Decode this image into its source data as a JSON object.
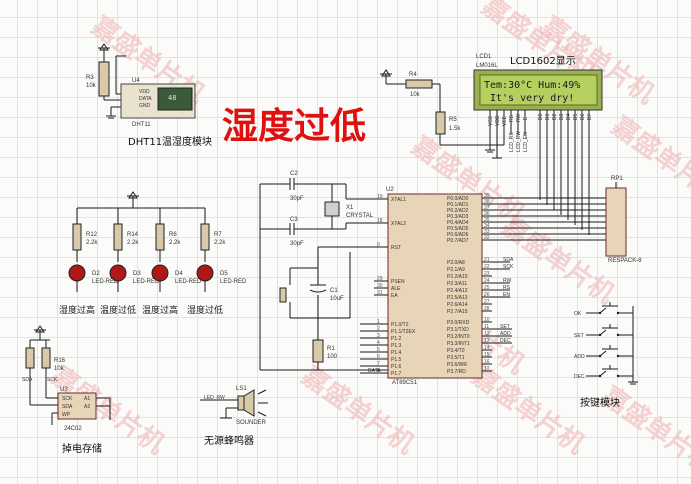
{
  "title": "湿度过低",
  "watermark": "嘉盛单片机",
  "dht11": {
    "ref": "U4",
    "sub": "DHT11",
    "caption": "DHT11温湿度模块",
    "pins": [
      "VDD",
      "DATA",
      "GND"
    ],
    "screen": "48"
  },
  "r3": {
    "ref": "R3",
    "val": "10k"
  },
  "lcd": {
    "ref": "LCD1",
    "model": "LM016L",
    "caption": "LCD1602显示",
    "line1": "Tem:30°C Hum:49%",
    "line2": "It's very dry!",
    "pins": [
      "VSS",
      "VDD",
      "VEE",
      "RS",
      "RW",
      "E",
      "D0",
      "D1",
      "D2",
      "D3",
      "D4",
      "D5",
      "D6",
      "D7"
    ],
    "netlbls": [
      "LCD_RS",
      "LCD_RW",
      "LCD_EN"
    ]
  },
  "r4": {
    "ref": "R4",
    "val": "10k"
  },
  "r5": {
    "ref": "R5",
    "val": "1.5k"
  },
  "mcu": {
    "ref": "U2",
    "part": "AT89C51",
    "left_pins": [
      "XTAL1",
      "XTAL2",
      "RST",
      "PSEN",
      "ALE",
      "EA",
      "P1.0/T2",
      "P1.1/T2EX",
      "P1.2",
      "P1.3",
      "P1.4",
      "P1.5",
      "P1.6",
      "P1.7"
    ],
    "left_nums": [
      "19",
      "18",
      "9",
      "29",
      "30",
      "31",
      "1",
      "2",
      "3",
      "4",
      "5",
      "6",
      "7",
      "8"
    ],
    "right_pins": [
      "P0.0/AD0",
      "P0.1/AD1",
      "P0.2/AD2",
      "P0.3/AD3",
      "P0.4/AD4",
      "P0.5/AD5",
      "P0.6/AD6",
      "P0.7/AD7",
      "P2.0/A8",
      "P2.1/A9",
      "P2.2/A10",
      "P2.3/A11",
      "P2.4/A12",
      "P2.5/A13",
      "P2.6/A14",
      "P2.7/A15",
      "P3.0/RXD",
      "P3.1/TXD",
      "P3.2/INT0",
      "P3.3/INT1",
      "P3.4/T0",
      "P3.5/T1",
      "P3.6/WR",
      "P3.7/RD"
    ],
    "right_nums": [
      "39",
      "38",
      "37",
      "36",
      "35",
      "34",
      "33",
      "32",
      "21",
      "22",
      "23",
      "24",
      "25",
      "26",
      "27",
      "28",
      "10",
      "11",
      "12",
      "13",
      "14",
      "15",
      "16",
      "17"
    ],
    "p2_nets": [
      "SDA",
      "SCK",
      "",
      "RW",
      "RS",
      "EN"
    ],
    "p3_nets": [
      "SET",
      "ADD",
      "DEC"
    ],
    "p1_nets": [
      "DATA"
    ]
  },
  "c2": {
    "ref": "C2",
    "val": "30pF"
  },
  "c3": {
    "ref": "C3",
    "val": "30pF"
  },
  "x1": {
    "ref": "X1",
    "val": "CRYSTAL"
  },
  "c1": {
    "ref": "C1",
    "val": "10uF"
  },
  "r1": {
    "ref": "R1",
    "val": "100"
  },
  "rp1": {
    "ref": "RP1",
    "part": "RESPACK-8"
  },
  "leds": [
    {
      "r_ref": "R12",
      "r_val": "2.2k",
      "d_ref": "D2",
      "d_part": "LED-RED",
      "caption": "湿度过高"
    },
    {
      "r_ref": "R14",
      "r_val": "2.2k",
      "d_ref": "D3",
      "d_part": "LED-RED",
      "caption": "温度过低"
    },
    {
      "r_ref": "R6",
      "r_val": "2.2k",
      "d_ref": "D4",
      "d_part": "LED-RED",
      "caption": "温度过高"
    },
    {
      "r_ref": "R7",
      "r_val": "2.2k",
      "d_ref": "D5",
      "d_part": "LED-RED",
      "caption": "湿度过低"
    }
  ],
  "eeprom": {
    "ref": "U3",
    "part": "24C02",
    "caption": "掉电存储",
    "pins": [
      "SCK",
      "SDA",
      "WP"
    ],
    "pins_r": [
      "A1",
      "A2"
    ],
    "r16": "R16",
    "r16val": "10k",
    "nets": [
      "SDA",
      "SCK"
    ]
  },
  "buzzer": {
    "ref": "LS1",
    "part": "SOUNDER",
    "caption": "无源蜂鸣器",
    "net": "LED_RW"
  },
  "keys": {
    "caption": "按键模块",
    "labels": [
      "OK",
      "SET",
      "ADD",
      "DEC"
    ]
  }
}
